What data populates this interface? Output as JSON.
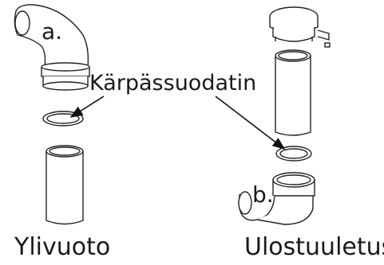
{
  "labels": {
    "part_a": "a.",
    "part_b": "b.",
    "filter": "Kärpässuodatin",
    "left_caption": "Ylivuoto",
    "right_caption": "Ulostuuletus"
  }
}
